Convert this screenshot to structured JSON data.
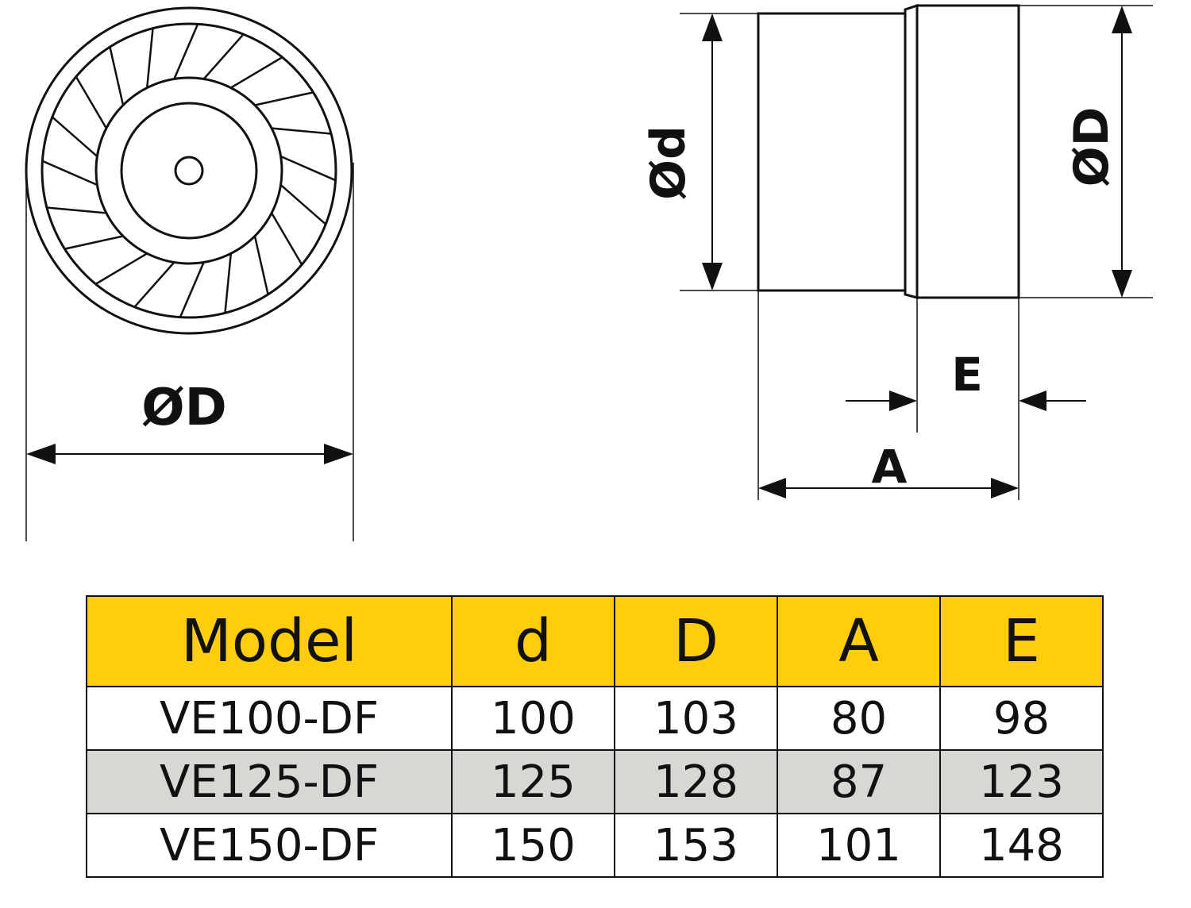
{
  "front_view": {
    "diameter_label": "ØD"
  },
  "side_view": {
    "inlet_diameter_label": "Ød",
    "outlet_diameter_label": "ØD",
    "length_label_e": "E",
    "length_label_a": "A"
  },
  "table": {
    "header_color": "#fecd0c",
    "shaded_row_color": "#d9d7d3",
    "headers": [
      "Model",
      "d",
      "D",
      "A",
      "E"
    ],
    "rows": [
      [
        "VE100-DF",
        "100",
        "103",
        "80",
        "98"
      ],
      [
        "VE125-DF",
        "125",
        "128",
        "87",
        "123"
      ],
      [
        "VE150-DF",
        "150",
        "153",
        "101",
        "148"
      ]
    ]
  }
}
